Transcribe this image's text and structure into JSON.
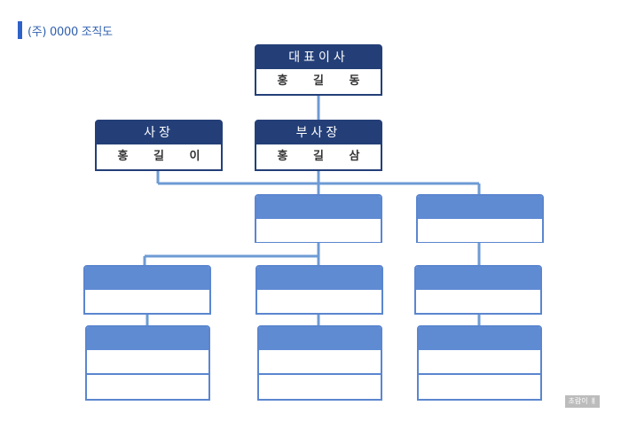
{
  "header": {
    "title": "(주) 0000 조직도"
  },
  "chart": {
    "ceo": {
      "role": "대표이사",
      "name": "홍 길 동"
    },
    "president": {
      "role": "사장",
      "name": "홍 길 이"
    },
    "vice_president": {
      "role": "부사장",
      "name": "홍 길 삼"
    }
  },
  "footer": {
    "brand": "초람이 ㅒ"
  },
  "colors": {
    "accent": "#2f62c8",
    "dark_box": "#243f78",
    "light_box": "#5f8bd3",
    "connector": "#6d9bd4"
  }
}
